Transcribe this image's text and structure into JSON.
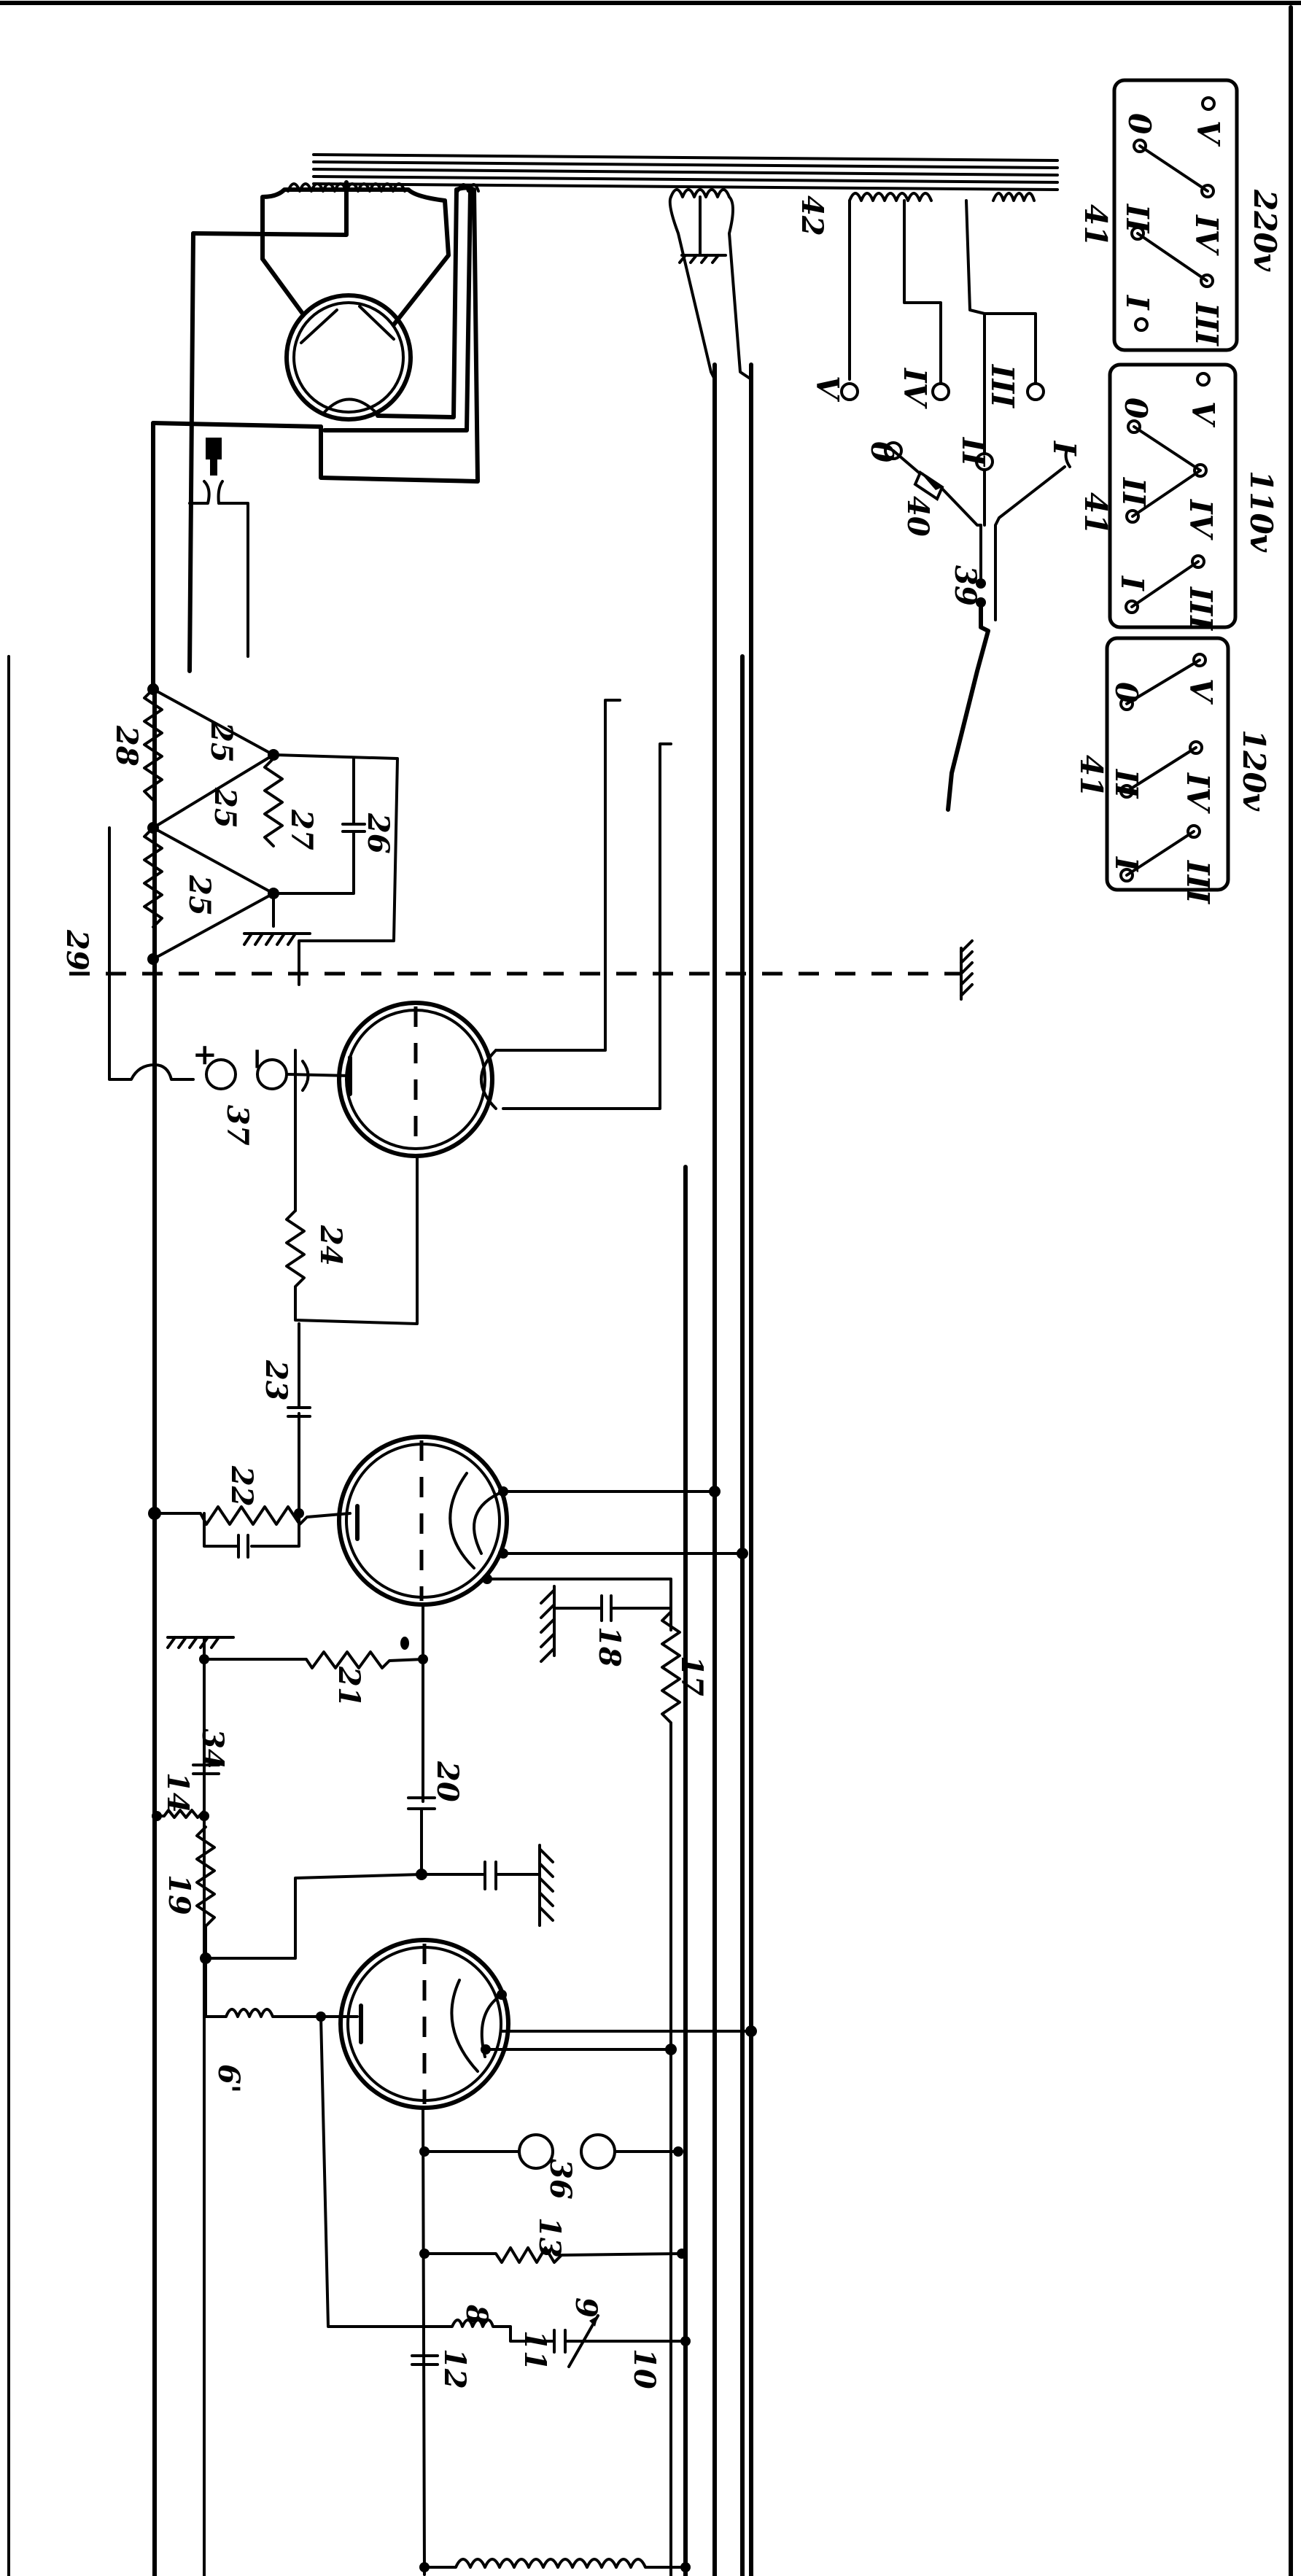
{
  "diagram": {
    "type": "circuit-schematic",
    "orientation": "rotated 90 degrees",
    "colors": {
      "ink": "#000000",
      "paper": "#ffffff"
    }
  },
  "labels": {
    "c6": "6'",
    "c8": "8",
    "c9": "9",
    "c10": "10",
    "c11": "11",
    "c12": "12",
    "c13": "13",
    "c14": "14",
    "c17": "17",
    "c18": "18",
    "c19": "19",
    "c20": "20",
    "c21": "21",
    "c22": "22",
    "c23": "23",
    "c24": "24",
    "c25a": "25",
    "c25b": "25",
    "c25c": "25",
    "c26": "26",
    "c27": "27",
    "c28": "28",
    "c29": "29",
    "c34": "34",
    "c36": "36",
    "c37": "37",
    "c39": "39",
    "c40": "40",
    "c42": "42",
    "plus": "+",
    "minus": "−"
  },
  "selector": {
    "taps": [
      "0",
      "II",
      "I"
    ],
    "transformer_taps": [
      "V",
      "IV",
      "III"
    ]
  },
  "switch_boxes": [
    {
      "ref": "41",
      "voltage": "220v",
      "terminals": [
        "I",
        "II",
        "0",
        "III",
        "IV",
        "V"
      ]
    },
    {
      "ref": "41",
      "voltage": "110v",
      "terminals": [
        "I",
        "II",
        "0",
        "III",
        "IV",
        "V"
      ]
    },
    {
      "ref": "41",
      "voltage": "120v",
      "terminals": [
        "I",
        "II",
        "0",
        "III",
        "IV",
        "V"
      ]
    }
  ]
}
